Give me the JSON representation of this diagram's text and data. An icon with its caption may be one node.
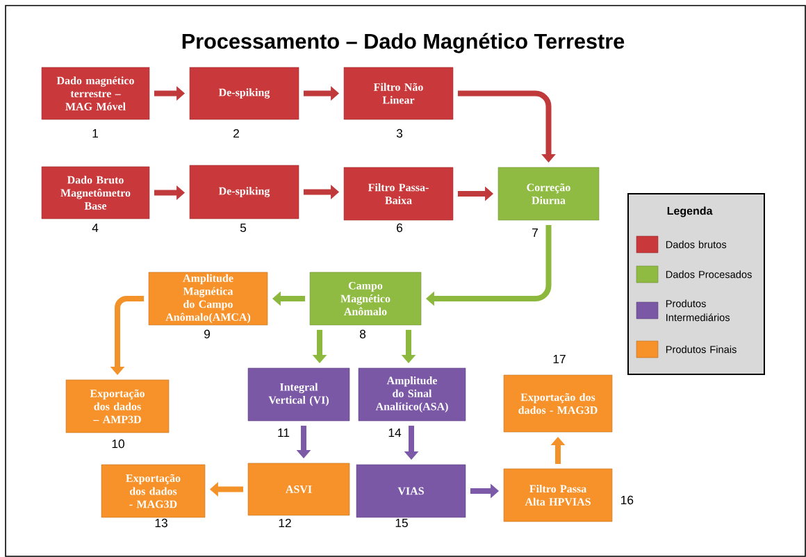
{
  "diagram": {
    "title": "Processamento – Dado Magnético Terrestre",
    "nodes": [
      {
        "text": [
          "Dado magnético terrestre – MAG Móvel"
        ],
        "beside": [
          "1"
        ]
      },
      {
        "text": [
          "De-spiking"
        ],
        "beside": [
          "2"
        ]
      },
      {
        "text": [
          "Filtro Não Linear"
        ],
        "beside": [
          "3"
        ]
      },
      {
        "text": [
          "Dado Bruto Magnetômetro Base"
        ],
        "beside": [
          "4"
        ]
      },
      {
        "text": [
          "De-spiking"
        ],
        "beside": [
          "5"
        ]
      },
      {
        "text": [
          "Filtro Passa-Baixa"
        ],
        "beside": [
          "6"
        ]
      },
      {
        "text": [
          "Correção Diurna"
        ],
        "beside": [
          "7"
        ]
      },
      {
        "text": [
          "Campo Magnético Anômalo"
        ],
        "beside": [
          "8"
        ]
      },
      {
        "text": [
          "Amplitude Magnética do Campo Anômalo(AMCA)"
        ],
        "beside": [
          "9"
        ]
      },
      {
        "text": [
          "Exportação dos dados – AMP3D"
        ],
        "beside": [
          "10"
        ]
      },
      {
        "text": [
          "Integral Vertical (VI)"
        ],
        "beside": [
          "11"
        ]
      },
      {
        "text": [
          "ASVI"
        ],
        "beside": [
          "12"
        ]
      },
      {
        "text": [
          "Exportação dos dados - MAG3D"
        ],
        "beside": [
          "13"
        ]
      },
      {
        "text": [
          "Amplitude do Sinal Analítico(ASA)"
        ],
        "beside": [
          "14"
        ]
      },
      {
        "text": [
          "VIAS"
        ],
        "beside": [
          "15"
        ]
      },
      {
        "text": [
          "Filtro Passa Alta HPVIAS"
        ],
        "beside": [
          "16"
        ]
      },
      {
        "text": [
          "Exportação dos dados - MAG3D"
        ],
        "beside": [
          "17"
        ]
      }
    ],
    "edges": [
      {
        "from": 0,
        "to": 1,
        "arrow": "to",
        "color": "#c0393b"
      },
      {
        "from": 1,
        "to": 2,
        "arrow": "to",
        "color": "#c0393b"
      },
      {
        "from": 2,
        "to": 6,
        "arrow": "to",
        "color": "#c0393b"
      },
      {
        "from": 3,
        "to": 4,
        "arrow": "to",
        "color": "#c0393b"
      },
      {
        "from": 4,
        "to": 5,
        "arrow": "to",
        "color": "#c0393b"
      },
      {
        "from": 5,
        "to": 6,
        "arrow": "to",
        "color": "#c0393b"
      },
      {
        "from": 6,
        "to": 7,
        "arrow": "to",
        "color": "#8db83e"
      },
      {
        "from": 7,
        "to": 8,
        "arrow": "to",
        "color": "#8db83e"
      },
      {
        "from": 7,
        "to": 10,
        "arrow": "to",
        "color": "#8db83e"
      },
      {
        "from": 7,
        "to": 13,
        "arrow": "to",
        "color": "#8db83e"
      },
      {
        "from": 8,
        "to": 9,
        "arrow": "to",
        "color": "#f39228"
      },
      {
        "from": 10,
        "to": 11,
        "arrow": "to",
        "color": "#7d5aa8"
      },
      {
        "from": 13,
        "to": 14,
        "arrow": "to",
        "color": "#7d5aa8"
      },
      {
        "from": 11,
        "to": 12,
        "arrow": "to",
        "color": "#f39228"
      },
      {
        "from": 14,
        "to": 15,
        "arrow": "to",
        "color": "#7d5aa8"
      },
      {
        "from": 15,
        "to": 16,
        "arrow": "to",
        "color": "#f39228"
      }
    ],
    "labels": [
      "Legenda"
    ],
    "legend": [
      {
        "text": "Dados brutos",
        "color": "#c9393b"
      },
      {
        "text": "Dados Procesados",
        "color": "#8fbb43"
      },
      {
        "text": "Produtos Intermediários",
        "color": "#7b58a6"
      },
      {
        "text": "Produtos Finais",
        "color": "#f7922a"
      }
    ]
  }
}
